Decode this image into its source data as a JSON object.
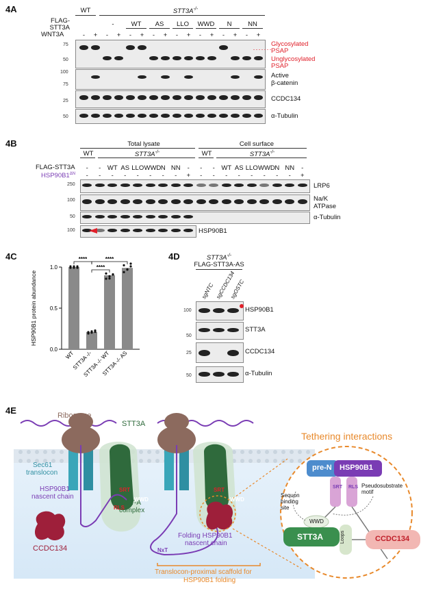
{
  "panel_4a": {
    "label": "4A",
    "wt": "WT",
    "knockout": "STT3A",
    "knockout_sup": "-/-",
    "flag_row_label": "FLAG-\nSTT3A",
    "wnt_row_label": "WNT3A",
    "constructs": [
      "-",
      "WT",
      "AS",
      "LLO",
      "WWD",
      "N",
      "NN"
    ],
    "minus": "-",
    "plus": "+",
    "rows": [
      {
        "label": "Glycosylated PSAP",
        "mw": [
          "75",
          "50"
        ]
      },
      {
        "label": "Active β-catenin",
        "mw": [
          "100",
          "75"
        ]
      },
      {
        "label": "CCDC134",
        "mw": [
          "25"
        ]
      },
      {
        "label": "α-Tubulin",
        "mw": [
          "50"
        ]
      }
    ],
    "psap_glyco": "Glycosylated\nPSAP",
    "psap_unglyco": "Unglycosylated\nPSAP",
    "active_bcat_1": "Active",
    "active_bcat_2": "β-catenin",
    "ccdc134": "CCDC134",
    "tubulin": "α-Tubulin"
  },
  "panel_4b": {
    "label": "4B",
    "total_lysate": "Total lysate",
    "cell_surface": "Cell surface",
    "wt": "WT",
    "knockout": "STT3A",
    "knockout_sup": "-/-",
    "flag_row_label": "FLAG-STT3A",
    "hsp_row_label": "HSP90B1",
    "hsp_row_sup": "ΔN",
    "flag_values": [
      "-",
      "-",
      "WT",
      "AS",
      "LLO",
      "WWD",
      "N",
      "NN",
      "-",
      "-",
      "-",
      "WT",
      "AS",
      "LLO",
      "WWD",
      "N",
      "NN",
      "-"
    ],
    "hsp_values": [
      "-",
      "-",
      "-",
      "-",
      "-",
      "-",
      "-",
      "-",
      "+",
      "-",
      "-",
      "-",
      "-",
      "-",
      "-",
      "-",
      "-",
      "+"
    ],
    "lrp6": "LRP6",
    "nak1": "Na/K",
    "nak2": "ATPase",
    "tubulin": "α-Tubulin",
    "hsp": "HSP90B1",
    "mw": {
      "lrp6": "250",
      "nak": "100",
      "tub": "50",
      "hsp": "100"
    }
  },
  "panel_4c": {
    "label": "4C",
    "chart_data": {
      "type": "bar",
      "categories": [
        "WT",
        "STT3A -/-",
        "STT3A -/- WT",
        "STT3A -/- AS"
      ],
      "values": [
        1.0,
        0.21,
        0.9,
        0.99
      ],
      "ylabel": "HSP90B1 protein abundance",
      "ylim": [
        0,
        1.0
      ],
      "yticks": [
        "0.0",
        "0.5",
        "1.0"
      ],
      "significance": [
        "****",
        "****",
        "****"
      ]
    },
    "xlabels": [
      "WT",
      "STT3A",
      "STT3A",
      "STT3A"
    ],
    "xlabel_sups": [
      "",
      "-/-",
      "-/-",
      "-/-"
    ],
    "xlabel_suffix": [
      "",
      "",
      " WT",
      " AS"
    ]
  },
  "panel_4d": {
    "label": "4D",
    "header1": "STT3A",
    "header1_sup": "-/-",
    "header2": "FLAG-STT3A-AS",
    "lanes": [
      "sgNTC",
      "sgCCDC134",
      "sgOSTC"
    ],
    "rows": [
      "HSP90B1",
      "STT3A",
      "CCDC134",
      "α-Tubulin"
    ],
    "mw": [
      "100",
      "50",
      "25",
      "50"
    ]
  },
  "panel_4e": {
    "label": "4E",
    "ribosome": "Ribosome",
    "stt3a": "STT3A",
    "sec61_1": "Sec61",
    "sec61_2": "translocon",
    "hsp_nascent_1": "HSP90B1",
    "hsp_nascent_2": "nascent chain",
    "ost_1": "OST-A",
    "ost_2": "complex",
    "ccdc134": "CCDC134",
    "folding_1": "Folding HSP90B1",
    "folding_2": "nascent chain",
    "scaffold_1": "Translocon-proximal scaffold for",
    "scaffold_2": "HSP90B1 folding",
    "srt": "SRT",
    "rls": "RLS",
    "wwd": "WWD",
    "nxt": "NxT",
    "tethering_title": "Tethering interactions",
    "pre_n": "pre-N",
    "hsp90b1": "HSP90B1",
    "sequon_1": "Sequon",
    "sequon_2": "binding",
    "sequon_3": "site",
    "pseudo_1": "Pseudosubstrate",
    "pseudo_2": "motif",
    "loops": "Loops",
    "stt3a_box": "STT3A",
    "ccdc134_box": "CCDC134",
    "colors": {
      "red": "#e0202a",
      "purple": "#7a3cb4",
      "orange": "#e8892b",
      "green": "#2f6a3c"
    }
  }
}
